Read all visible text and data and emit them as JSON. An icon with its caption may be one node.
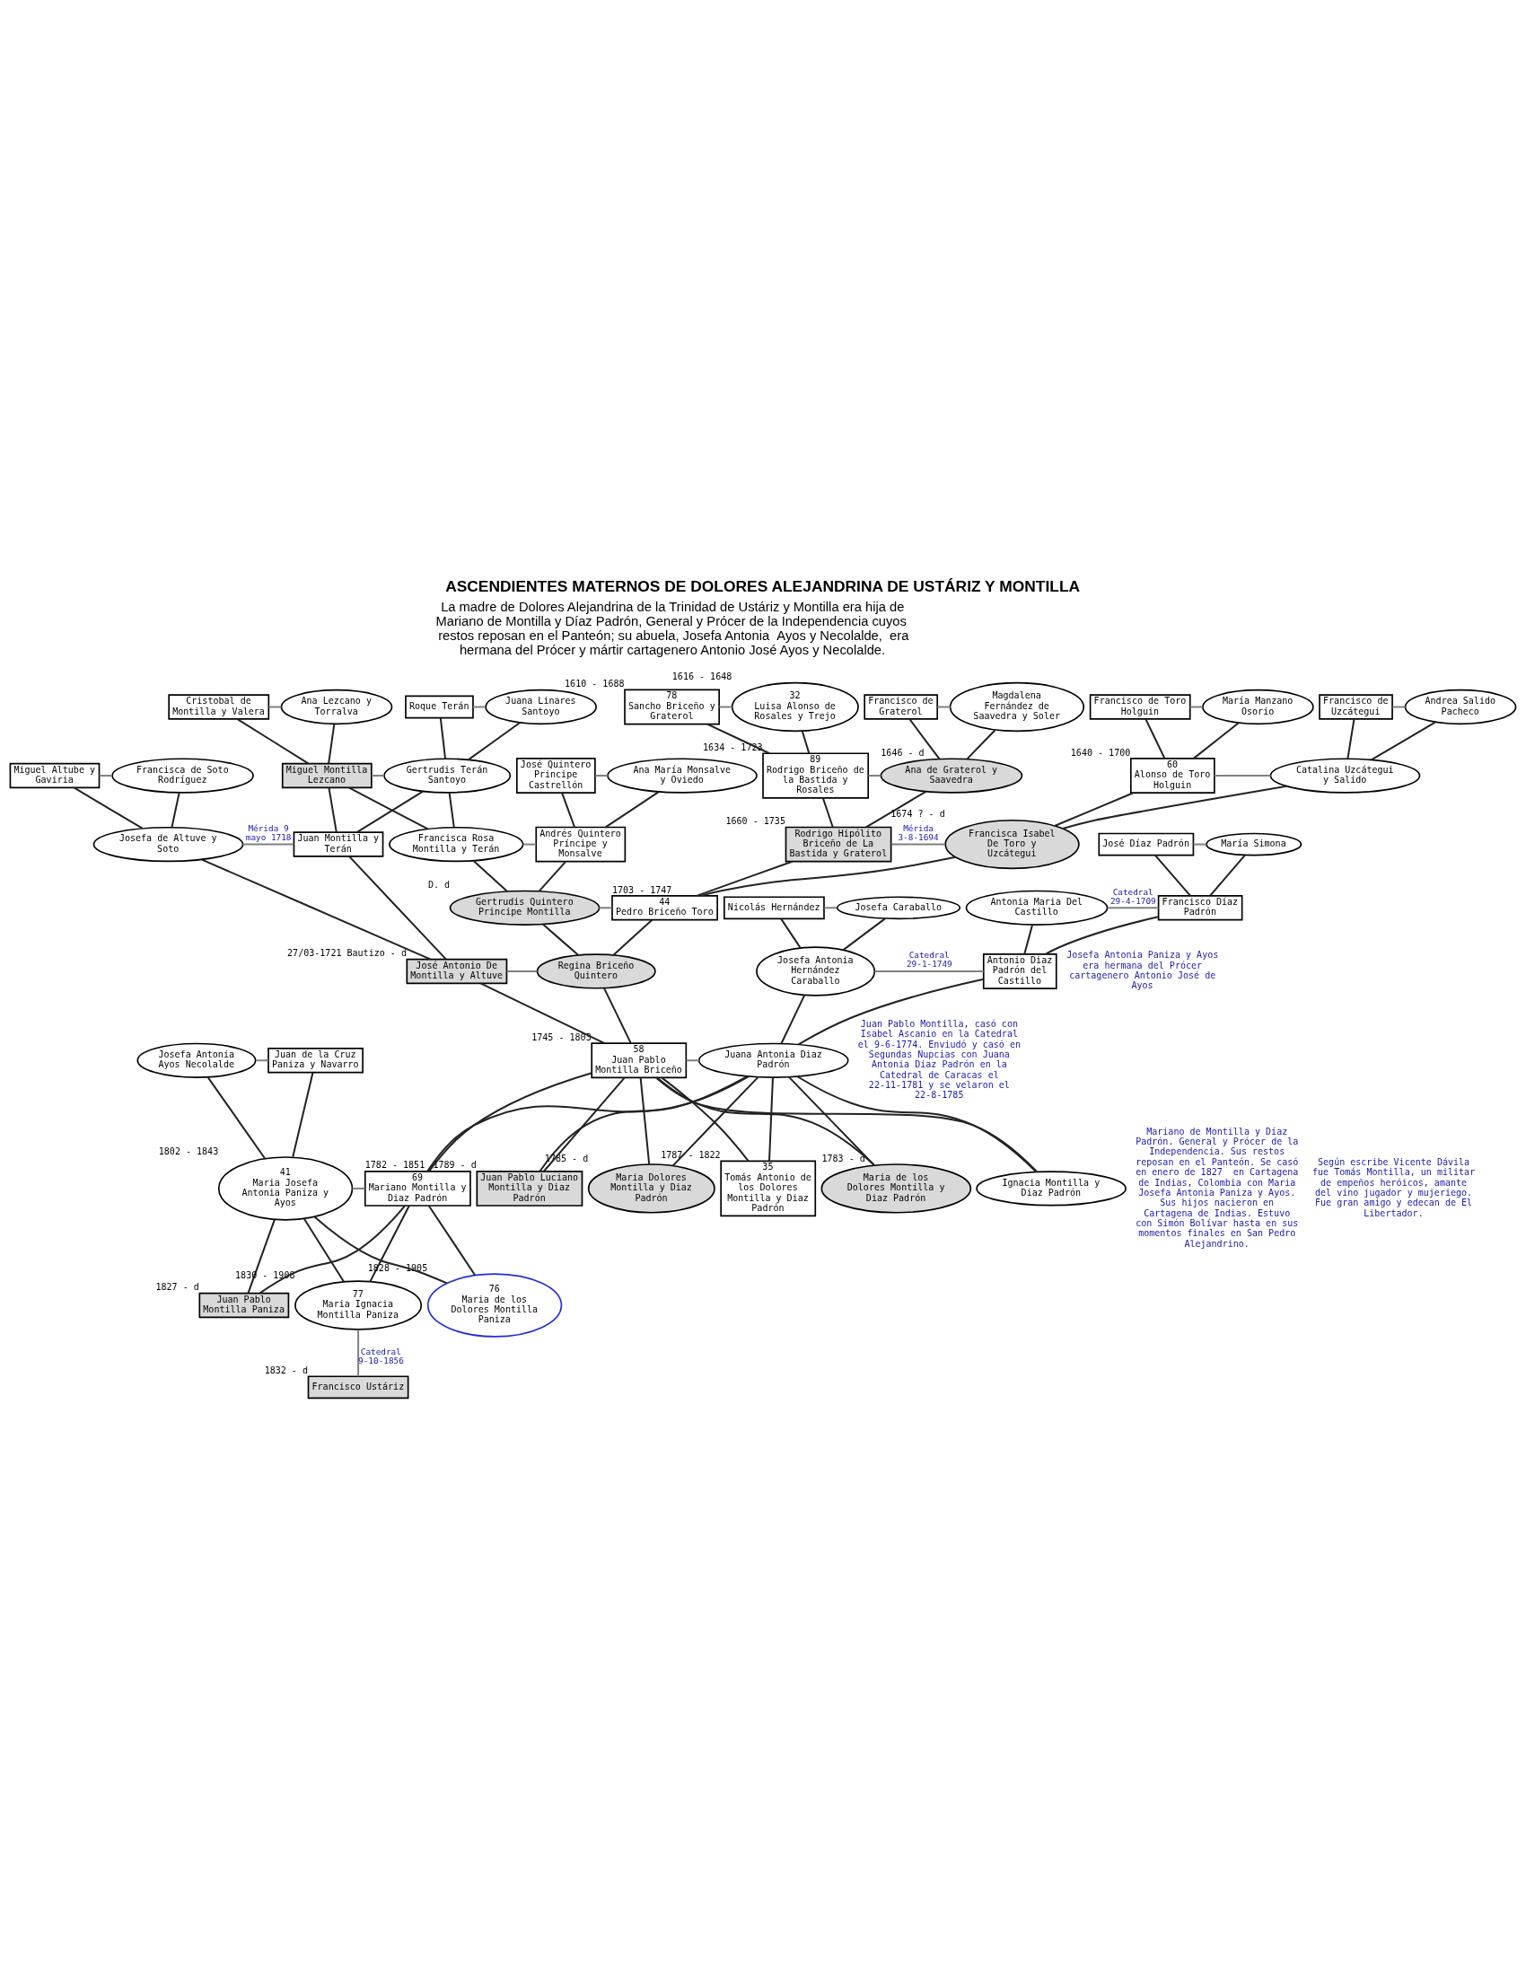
{
  "diagram": {
    "title": "ASCENDIENTES MATERNOS DE DOLORES ALEJANDRINA DE USTÁRIZ Y MONTILLA",
    "nodes": [
      {
        "text": [
          "Cristobal de Montilla y Valera"
        ]
      },
      {
        "text": [
          "Ana Lezcano y Torralva"
        ]
      },
      {
        "text": [
          "Roque Terán"
        ]
      },
      {
        "text": [
          "Juana Linares Santoyo"
        ]
      },
      {
        "text": [
          "78",
          "Sancho Briceño y Graterol"
        ],
        "beside": [
          "1610 - 1688"
        ]
      },
      {
        "text": [
          "32",
          "Luisa Alonso de Rosales y Trejo"
        ],
        "beside": [
          "1616 - 1648"
        ]
      },
      {
        "text": [
          "Francisco de Graterol"
        ]
      },
      {
        "text": [
          "Magdalena Fernández de Saavedra y Soler"
        ]
      },
      {
        "text": [
          "Francisco de Toro Holguin"
        ]
      },
      {
        "text": [
          "María Manzano Osorio"
        ]
      },
      {
        "text": [
          "Francisco de Uzcátegui"
        ]
      },
      {
        "text": [
          "Andrea Salido Pacheco"
        ]
      },
      {
        "text": [
          "Miguel Montilla Lezcano"
        ]
      },
      {
        "text": [
          "Gertrudis Terán Santoyo"
        ]
      },
      {
        "text": [
          "José Quintero Principe Castrellón"
        ]
      },
      {
        "text": [
          "Ana María Monsalve y Oviedo"
        ]
      },
      {
        "text": [
          "89",
          "Rodrigo Briceño de la Bastida y Rosales"
        ],
        "beside": [
          "1634 - 1723"
        ]
      },
      {
        "text": [
          "Ana de Graterol y Saavedra"
        ],
        "beside": [
          "1646 - d"
        ]
      },
      {
        "text": [
          "60",
          "Alonso de Toro Holguin"
        ],
        "beside": [
          "1640 - 1700"
        ]
      },
      {
        "text": [
          "Catalina Uzcátegui y Salido"
        ]
      },
      {
        "text": [
          "Miguel Altube y Gaviria"
        ]
      },
      {
        "text": [
          "Francisca de Soto Rodríguez"
        ]
      },
      {
        "text": [
          "Francisca Rosa Montilla y Terán"
        ]
      },
      {
        "text": [
          "Andrés Quintero Príncipe y Monsalve"
        ]
      },
      {
        "text": [
          "Rodrigo Hipólito Briceño de La Bastida y Graterol"
        ],
        "beside": [
          "1660 - 1735"
        ]
      },
      {
        "text": [
          "Francisca Isabel De Toro y Uzcátegui"
        ],
        "beside": [
          "1674 ? - d"
        ]
      },
      {
        "text": [
          "José Díaz Padrón"
        ]
      },
      {
        "text": [
          "María Simona"
        ]
      },
      {
        "text": [
          "Josefa de Altuve y Soto"
        ]
      },
      {
        "text": [
          "Juan Montilla y Terán"
        ]
      },
      {
        "text": [
          "Gertrudis Quintero Principe Montilla"
        ],
        "beside": [
          "D. d"
        ]
      },
      {
        "text": [
          "44",
          "Pedro Briceño Toro"
        ],
        "beside": [
          "1703 - 1747"
        ]
      },
      {
        "text": [
          "Nicolás Hernández"
        ]
      },
      {
        "text": [
          "Josefa Caraballo"
        ]
      },
      {
        "text": [
          "Antonia Maria Del Castillo"
        ]
      },
      {
        "text": [
          "Francisco Díaz Padrón"
        ]
      },
      {
        "text": [
          "José Antonio De Montilla y Altuve"
        ],
        "beside": [
          "27/03-1721 Bautizo - d"
        ]
      },
      {
        "text": [
          "Regina Briceño Quintero"
        ]
      },
      {
        "text": [
          "Josefa Antonia Hernández Caraballo"
        ]
      },
      {
        "text": [
          "Antonio Diaz Padrón del Castillo"
        ]
      },
      {
        "text": [
          "Josefa Antonia Ayos Necolalde"
        ]
      },
      {
        "text": [
          "Juan de la Cruz Paniza y Navarro"
        ]
      },
      {
        "text": [
          "58",
          "Juan Pablo Montilla Briceño"
        ],
        "beside": [
          "1745 - 1803"
        ]
      },
      {
        "text": [
          "Juana Antonia Diaz Padrón"
        ]
      },
      {
        "text": [
          "41",
          "Maria Josefa Antonia Paniza y Ayos"
        ],
        "beside": [
          "1802 - 1843"
        ]
      },
      {
        "text": [
          "69",
          "Mariano Montilla y Diaz Padrón"
        ],
        "beside": [
          "1782 - 1851"
        ]
      },
      {
        "text": [
          "Maria de los Dolores Montilla y Diaz Padrón"
        ],
        "beside": [
          "1783 - d"
        ]
      },
      {
        "text": [
          "Maria Dolores Montilla y Diaz Padrón"
        ],
        "beside": [
          "1785 - d"
        ]
      },
      {
        "text": [
          "35",
          "Tomás Antonio de los Dolores Montilla y Diaz Padrón"
        ],
        "beside": [
          "1787 - 1822"
        ]
      },
      {
        "text": [
          "Juan Pablo Luciano Montilla y Diaz Padrón"
        ],
        "beside": [
          "1789 - d"
        ]
      },
      {
        "text": [
          "Ignacia Montilla y Diaz Padrón"
        ]
      },
      {
        "text": [
          "Juan Pablo Montilla Paniza"
        ],
        "beside": [
          "1827 - d"
        ]
      },
      {
        "text": [
          "76",
          "Maria de los Dolores Montilla Paniza"
        ],
        "beside": [
          "1828 - 1905"
        ]
      },
      {
        "text": [
          "77",
          "Maria Ignacia Montilla Paniza"
        ],
        "beside": [
          "1830 - 1908"
        ]
      },
      {
        "text": [
          "Francisco Ustáriz"
        ],
        "beside": [
          "1832 - d"
        ]
      }
    ],
    "edges": [
      {
        "from": 0,
        "to": 1,
        "arrow": "none",
        "color": "#808080"
      },
      {
        "from": 0,
        "to": 12,
        "arrow": "none"
      },
      {
        "from": 1,
        "to": 12,
        "arrow": "none"
      },
      {
        "from": 2,
        "to": 3,
        "arrow": "none",
        "color": "#808080"
      },
      {
        "from": 2,
        "to": 13,
        "arrow": "none"
      },
      {
        "from": 3,
        "to": 13,
        "arrow": "none"
      },
      {
        "from": 4,
        "to": 5,
        "arrow": "none",
        "color": "#808080"
      },
      {
        "from": 4,
        "to": 16,
        "arrow": "none"
      },
      {
        "from": 5,
        "to": 16,
        "arrow": "none"
      },
      {
        "from": 6,
        "to": 7,
        "arrow": "none",
        "color": "#808080"
      },
      {
        "from": 6,
        "to": 17,
        "arrow": "none"
      },
      {
        "from": 7,
        "to": 17,
        "arrow": "none"
      },
      {
        "from": 8,
        "to": 9,
        "arrow": "none",
        "color": "#808080"
      },
      {
        "from": 8,
        "to": 18,
        "arrow": "none"
      },
      {
        "from": 9,
        "to": 18,
        "arrow": "none"
      },
      {
        "from": 10,
        "to": 11,
        "arrow": "none",
        "color": "#808080"
      },
      {
        "from": 10,
        "to": 19,
        "arrow": "none"
      },
      {
        "from": 11,
        "to": 19,
        "arrow": "none"
      },
      {
        "from": 12,
        "to": 13,
        "arrow": "none",
        "color": "#808080"
      },
      {
        "from": 12,
        "to": 29,
        "arrow": "none"
      },
      {
        "from": 13,
        "to": 29,
        "arrow": "none"
      },
      {
        "from": 12,
        "to": 22,
        "arrow": "none"
      },
      {
        "from": 13,
        "to": 22,
        "arrow": "none"
      },
      {
        "from": 14,
        "to": 15,
        "arrow": "none",
        "color": "#808080"
      },
      {
        "from": 14,
        "to": 23,
        "arrow": "none"
      },
      {
        "from": 15,
        "to": 23,
        "arrow": "none"
      },
      {
        "from": 16,
        "to": 17,
        "arrow": "none",
        "color": "#808080"
      },
      {
        "from": 16,
        "to": 24,
        "arrow": "none"
      },
      {
        "from": 17,
        "to": 24,
        "arrow": "none"
      },
      {
        "from": 18,
        "to": 19,
        "arrow": "none",
        "color": "#808080"
      },
      {
        "from": 18,
        "to": 25,
        "arrow": "none"
      },
      {
        "from": 19,
        "to": 25,
        "arrow": "none"
      },
      {
        "from": 20,
        "to": 21,
        "arrow": "none",
        "color": "#808080"
      },
      {
        "from": 20,
        "to": 28,
        "arrow": "none"
      },
      {
        "from": 21,
        "to": 28,
        "arrow": "none"
      },
      {
        "from": 22,
        "to": 23,
        "arrow": "none",
        "color": "#808080"
      },
      {
        "from": 22,
        "to": 30,
        "arrow": "none"
      },
      {
        "from": 23,
        "to": 30,
        "arrow": "none"
      },
      {
        "from": 24,
        "to": 25,
        "arrow": "none",
        "label": "Mérida 3-8-1694",
        "color": "#808080"
      },
      {
        "from": 24,
        "to": 31,
        "arrow": "none"
      },
      {
        "from": 25,
        "to": 31,
        "arrow": "none"
      },
      {
        "from": 26,
        "to": 27,
        "arrow": "none",
        "color": "#808080"
      },
      {
        "from": 26,
        "to": 35,
        "arrow": "none"
      },
      {
        "from": 27,
        "to": 35,
        "arrow": "none"
      },
      {
        "from": 28,
        "to": 29,
        "arrow": "none",
        "label": "Mérida 9 mayo 1718",
        "color": "#808080"
      },
      {
        "from": 28,
        "to": 36,
        "arrow": "none"
      },
      {
        "from": 29,
        "to": 36,
        "arrow": "none"
      },
      {
        "from": 30,
        "to": 31,
        "arrow": "none",
        "color": "#808080"
      },
      {
        "from": 30,
        "to": 37,
        "arrow": "none"
      },
      {
        "from": 31,
        "to": 37,
        "arrow": "none"
      },
      {
        "from": 32,
        "to": 33,
        "arrow": "none",
        "color": "#808080"
      },
      {
        "from": 32,
        "to": 38,
        "arrow": "none"
      },
      {
        "from": 33,
        "to": 38,
        "arrow": "none"
      },
      {
        "from": 34,
        "to": 35,
        "arrow": "none",
        "label": "Catedral 29-4-1709",
        "color": "#808080"
      },
      {
        "from": 34,
        "to": 39,
        "arrow": "none"
      },
      {
        "from": 35,
        "to": 39,
        "arrow": "none"
      },
      {
        "from": 36,
        "to": 37,
        "arrow": "none",
        "color": "#808080"
      },
      {
        "from": 36,
        "to": 42,
        "arrow": "none"
      },
      {
        "from": 37,
        "to": 42,
        "arrow": "none"
      },
      {
        "from": 38,
        "to": 39,
        "arrow": "none",
        "label": "Catedral 29-1-1749",
        "color": "#808080"
      },
      {
        "from": 38,
        "to": 43,
        "arrow": "none"
      },
      {
        "from": 39,
        "to": 43,
        "arrow": "none"
      },
      {
        "from": 40,
        "to": 41,
        "arrow": "none",
        "color": "#808080"
      },
      {
        "from": 40,
        "to": 44,
        "arrow": "none"
      },
      {
        "from": 41,
        "to": 44,
        "arrow": "none"
      },
      {
        "from": 42,
        "to": 43,
        "arrow": "none",
        "color": "#808080"
      },
      {
        "from": 42,
        "to": 45,
        "arrow": "none"
      },
      {
        "from": 43,
        "to": 45,
        "arrow": "none"
      },
      {
        "from": 42,
        "to": 46,
        "arrow": "none"
      },
      {
        "from": 43,
        "to": 46,
        "arrow": "none"
      },
      {
        "from": 42,
        "to": 47,
        "arrow": "none"
      },
      {
        "from": 43,
        "to": 47,
        "arrow": "none"
      },
      {
        "from": 42,
        "to": 48,
        "arrow": "none"
      },
      {
        "from": 43,
        "to": 48,
        "arrow": "none"
      },
      {
        "from": 42,
        "to": 49,
        "arrow": "none"
      },
      {
        "from": 43,
        "to": 49,
        "arrow": "none"
      },
      {
        "from": 42,
        "to": 50,
        "arrow": "none"
      },
      {
        "from": 43,
        "to": 50,
        "arrow": "none"
      },
      {
        "from": 44,
        "to": 45,
        "arrow": "none",
        "color": "#808080"
      },
      {
        "from": 44,
        "to": 51,
        "arrow": "none"
      },
      {
        "from": 45,
        "to": 51,
        "arrow": "none"
      },
      {
        "from": 44,
        "to": 52,
        "arrow": "none"
      },
      {
        "from": 45,
        "to": 52,
        "arrow": "none"
      },
      {
        "from": 44,
        "to": 53,
        "arrow": "none"
      },
      {
        "from": 45,
        "to": 53,
        "arrow": "none"
      },
      {
        "from": 53,
        "to": 54,
        "arrow": "none",
        "label": "Catedral 9-10-1856",
        "color": "#808080"
      }
    ],
    "labels": [
      "La madre de Dolores Alejandrina de la Trinidad de Ustáriz y Montilla era hija de Mariano de Montilla y Díaz Padrón, General y Prócer de la Independencia cuyos  restos reposan en el Panteón; su abuela, Josefa Antonia  Ayos y Necolalde,  era hermana del Prócer y mártir cartagenero Antonio José Ayos y Necolalde.",
      "Josefa Antonia Paniza y Ayos era hermana del Prócer cartagenero Antonio José de Ayos",
      "Juan Pablo Montilla, casó con Isabel Ascanio en la Catedral el 9-6-1774. Enviudó y casó en Segundas Nupcias con Juana Antonia Diaz Padrón en la Catedral de Caracas el 22-11-1781 y se velaron el 22-8-1785",
      "Mariano de Montilla y Díaz Padrón. General y Prócer de la Independencia. Sus restos reposan en el Panteón. Se casó en enero de 1827  en Cartagena de Indias, Colombia con Maria Josefa Antonia Paniza y Ayos. Sus hijos nacieron en Cartagena de Indias. Estuvo con Simón Bolívar hasta en sus momentos finales en San Pedro Alejandrino.",
      "Según escribe Vicente Dávila fue Tomás Montilla, un militar de empeños heróicos, amante del vino jugador y mujeriego. Fue gran amigo y edecan de El Libertador."
    ]
  }
}
